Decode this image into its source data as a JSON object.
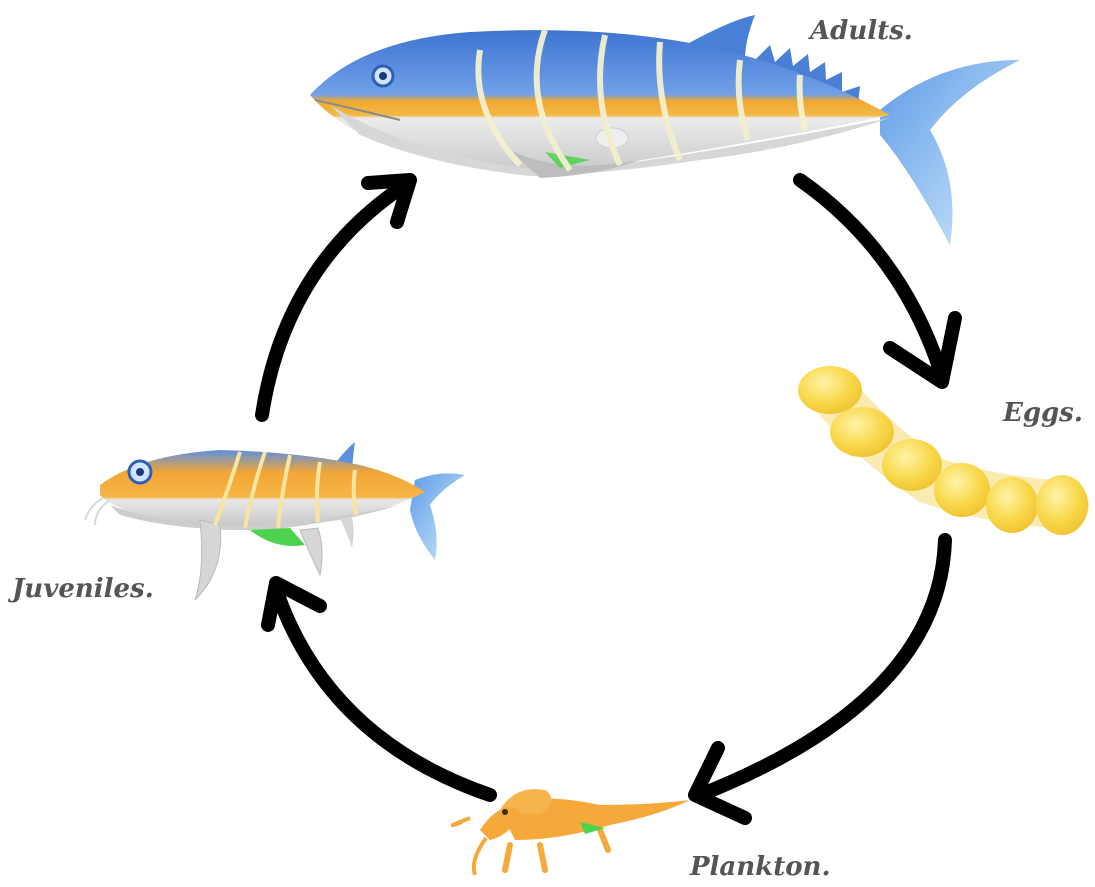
{
  "labels": {
    "adults": "Adults.",
    "eggs": "Eggs.",
    "juveniles": "Juveniles.",
    "plankton": "Plankton."
  },
  "stage_order": [
    "adults",
    "eggs",
    "plankton",
    "juveniles"
  ],
  "icons": {
    "adults": "adult-tuna-icon",
    "eggs": "egg-chain-icon",
    "plankton": "plankton-larva-icon",
    "juveniles": "juvenile-fish-icon",
    "arrows": "cycle-arrow-icon"
  },
  "colors": {
    "arrow": "#000000",
    "label": "#555555",
    "fish_back": "#4a7fd6",
    "fish_band": "#f0a830",
    "fish_belly": "#e6e6e6",
    "tail": "#7fc0ee",
    "egg": "#f7d54a",
    "plankton": "#f4a93a",
    "gill": "#4dd24d"
  }
}
